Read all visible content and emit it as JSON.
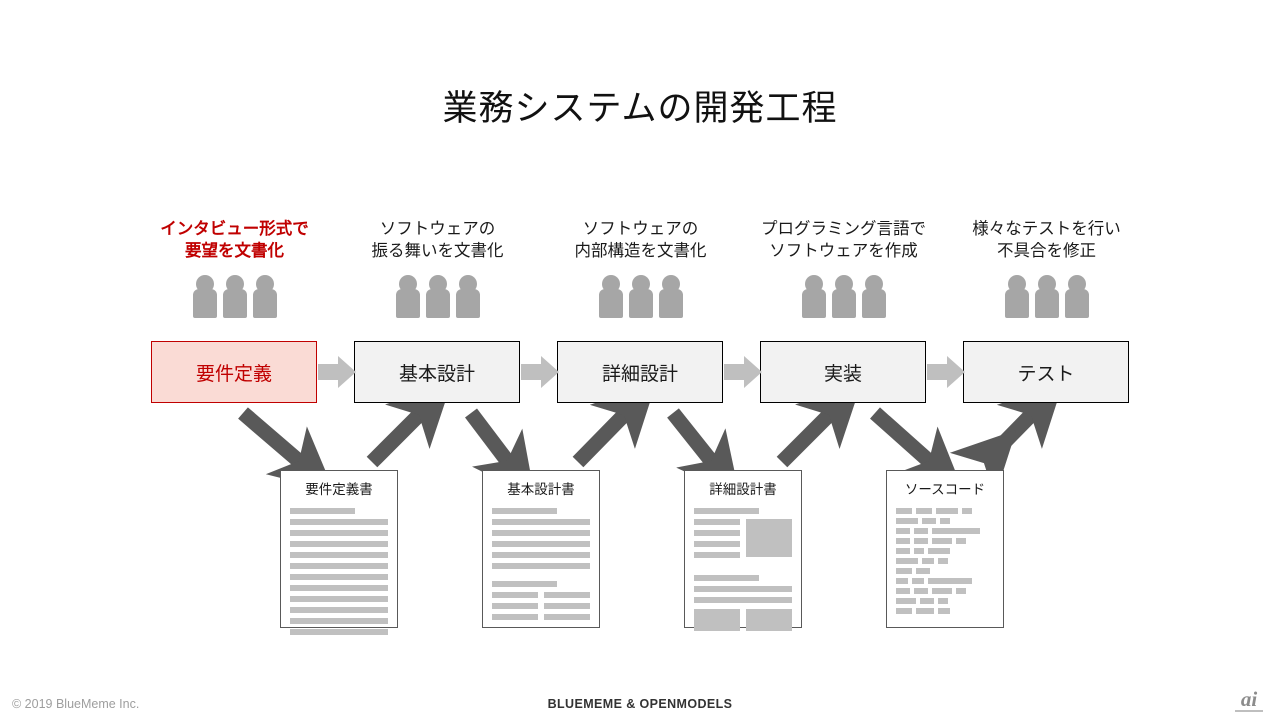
{
  "slide": {
    "title": "業務システムの開発工程",
    "accent_red": "#c00000",
    "box_gray": "#f2f2f2",
    "people_gray": "#a6a6a6",
    "arrow_gray": "#595959",
    "chevron_gray": "#bfbfbf"
  },
  "columns": [
    {
      "caption": "インタビュー形式で\n要望を文書化",
      "highlight": true,
      "phase": "要件定義",
      "people_count": 3
    },
    {
      "caption": "ソフトウェアの\n振る舞いを文書化",
      "highlight": false,
      "phase": "基本設計",
      "people_count": 3
    },
    {
      "caption": "ソフトウェアの\n内部構造を文書化",
      "highlight": false,
      "phase": "詳細設計",
      "people_count": 3
    },
    {
      "caption": "プログラミング言語で\nソフトウェアを作成",
      "highlight": false,
      "phase": "実装",
      "people_count": 3
    },
    {
      "caption": "様々なテストを行い\n不具合を修正",
      "highlight": false,
      "phase": "テスト",
      "people_count": 3
    }
  ],
  "documents": [
    {
      "title": "要件定義書",
      "kind": "text-lines"
    },
    {
      "title": "基本設計書",
      "kind": "text-and-columns"
    },
    {
      "title": "詳細設計書",
      "kind": "text-and-figures"
    },
    {
      "title": "ソースコード",
      "kind": "code"
    }
  ],
  "footer": {
    "copyright": "© 2019 BlueMeme Inc.",
    "brand": "BLUEMEME & OPENMODELS",
    "logo": "ai"
  }
}
